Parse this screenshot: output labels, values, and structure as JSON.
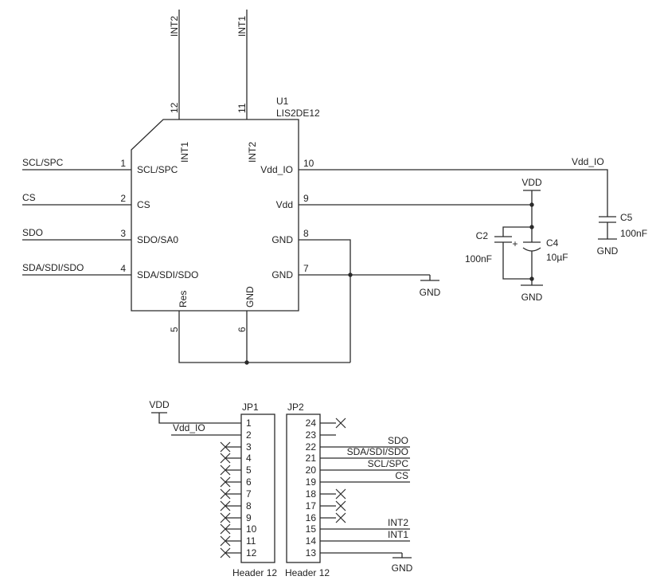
{
  "ic": {
    "refdes": "U1",
    "part": "LIS2DE12",
    "left_pins": [
      {
        "num": "1",
        "name": "SCL/SPC",
        "net": "SCL/SPC"
      },
      {
        "num": "2",
        "name": "CS",
        "net": "CS"
      },
      {
        "num": "3",
        "name": "SDO/SA0",
        "net": "SDO"
      },
      {
        "num": "4",
        "name": "SDA/SDI/SDO",
        "net": "SDA/SDI/SDO"
      }
    ],
    "top_pins": [
      {
        "num": "12",
        "name": "INT1",
        "net": "INT2"
      },
      {
        "num": "11",
        "name": "INT2",
        "net": "INT1"
      }
    ],
    "right_pins": [
      {
        "num": "10",
        "name": "Vdd_IO"
      },
      {
        "num": "9",
        "name": "Vdd"
      },
      {
        "num": "8",
        "name": "GND"
      },
      {
        "num": "7",
        "name": "GND"
      }
    ],
    "bottom_pins": [
      {
        "num": "5",
        "name": "Res"
      },
      {
        "num": "6",
        "name": "GND"
      }
    ]
  },
  "nets": {
    "vdd": "VDD",
    "vdd_io": "Vdd_IO",
    "gnd": "GND",
    "sdo": "SDO",
    "sda": "SDA/SDI/SDO",
    "scl": "SCL/SPC",
    "cs": "CS",
    "int1": "INT1",
    "int2": "INT2"
  },
  "capacitors": {
    "c2": {
      "ref": "C2",
      "value": "100nF"
    },
    "c4": {
      "ref": "C4",
      "value": "10µF",
      "polarity": "+"
    },
    "c5": {
      "ref": "C5",
      "value": "100nF"
    }
  },
  "headers": {
    "jp1": {
      "ref": "JP1",
      "type": "Header 12",
      "pins": [
        "1",
        "2",
        "3",
        "4",
        "5",
        "6",
        "7",
        "8",
        "9",
        "10",
        "11",
        "12"
      ]
    },
    "jp2": {
      "ref": "JP2",
      "type": "Header 12",
      "pins": [
        "24",
        "23",
        "22",
        "21",
        "20",
        "19",
        "18",
        "17",
        "16",
        "15",
        "14",
        "13"
      ]
    }
  }
}
